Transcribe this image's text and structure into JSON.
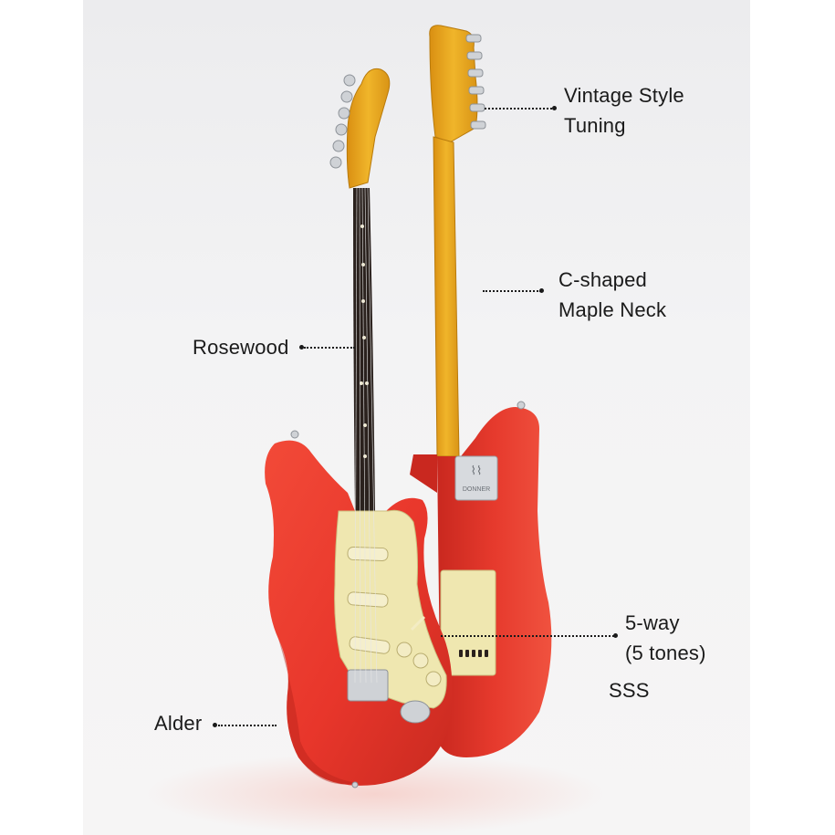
{
  "callouts": {
    "tuning": {
      "line1": "Vintage Style",
      "line2": "Tuning"
    },
    "neck": {
      "line1": "C-shaped",
      "line2": "Maple Neck"
    },
    "fretboard": {
      "label": "Rosewood"
    },
    "switch": {
      "line1": "5-way",
      "line2": "(5 tones)"
    },
    "pickups": {
      "label": "SSS"
    },
    "body": {
      "label": "Alder"
    }
  },
  "neck_plate": {
    "brand": "DONNER"
  },
  "colors": {
    "body": "#e8362b",
    "body_shadow": "#b8231b",
    "maple": "#e9a91e",
    "rosewood": "#2a211d",
    "pickguard": "#efe7b0",
    "chrome": "#cfd2d6",
    "text": "#1a1a1a"
  }
}
